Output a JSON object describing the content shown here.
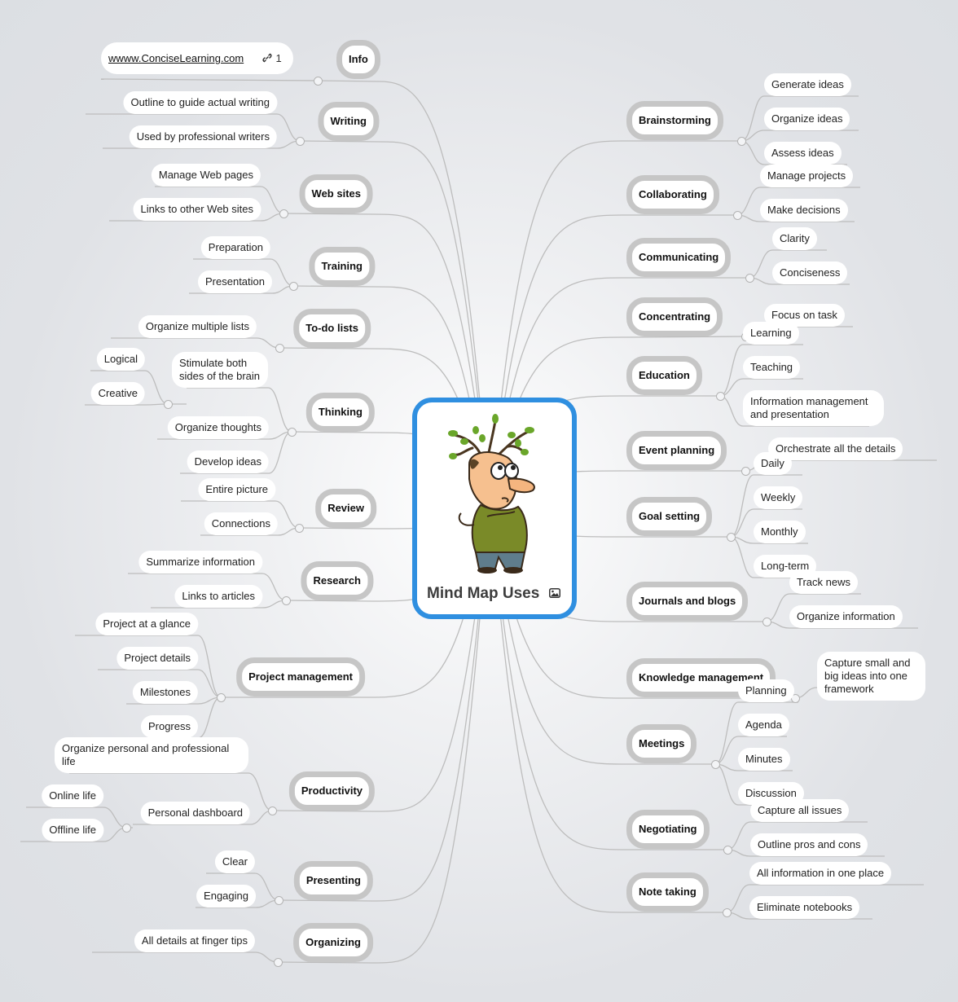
{
  "center": {
    "title": "Mind Map Uses",
    "image_icon": "image-icon"
  },
  "colors": {
    "center_border": "#2f8fe0",
    "branch_border": "#c6c6c6",
    "connector": "#bdbdbd"
  },
  "info": {
    "label": "Info",
    "link_text": "wwww.ConciseLearning.com",
    "link_count": "1",
    "link_icon": "link-icon"
  },
  "left": [
    {
      "label": "Writing",
      "children": [
        "Outline to guide actual writing",
        "Used by professional writers"
      ]
    },
    {
      "label": "Web sites",
      "children": [
        "Manage Web pages",
        "Links to other Web sites"
      ]
    },
    {
      "label": "Training",
      "children": [
        "Preparation",
        "Presentation"
      ]
    },
    {
      "label": "To-do lists",
      "children": [
        "Organize multiple lists"
      ]
    },
    {
      "label": "Thinking",
      "children": [
        "Stimulate both sides of the brain",
        "Organize thoughts",
        "Develop ideas"
      ],
      "sub": [
        "Logical",
        "Creative"
      ]
    },
    {
      "label": "Review",
      "children": [
        "Entire picture",
        "Connections"
      ]
    },
    {
      "label": "Research",
      "children": [
        "Summarize information",
        "Links to articles"
      ]
    },
    {
      "label": "Project management",
      "children": [
        "Project at a glance",
        "Project details",
        "Milestones",
        "Progress"
      ]
    },
    {
      "label": "Productivity",
      "children": [
        "Organize personal and professional life",
        "Personal dashboard"
      ],
      "sub": [
        "Online life",
        "Offline life"
      ]
    },
    {
      "label": "Presenting",
      "children": [
        "Clear",
        "Engaging"
      ]
    },
    {
      "label": "Organizing",
      "children": [
        "All details at finger tips"
      ]
    }
  ],
  "right": [
    {
      "label": "Brainstorming",
      "children": [
        "Generate ideas",
        "Organize ideas",
        "Assess ideas"
      ]
    },
    {
      "label": "Collaborating",
      "children": [
        "Manage projects",
        "Make decisions"
      ]
    },
    {
      "label": "Communicating",
      "children": [
        "Clarity",
        "Conciseness"
      ]
    },
    {
      "label": "Concentrating",
      "children": [
        "Focus on task"
      ]
    },
    {
      "label": "Education",
      "children": [
        "Learning",
        "Teaching",
        "Information management and presentation"
      ]
    },
    {
      "label": "Event planning",
      "children": [
        "Orchestrate all the details"
      ]
    },
    {
      "label": "Goal setting",
      "children": [
        "Daily",
        "Weekly",
        "Monthly",
        "Long-term"
      ]
    },
    {
      "label": "Journals and blogs",
      "children": [
        "Track news",
        "Organize information"
      ]
    },
    {
      "label": "Knowledge management",
      "children": [
        "Capture small and big ideas into one framework"
      ]
    },
    {
      "label": "Meetings",
      "children": [
        "Planning",
        "Agenda",
        "Minutes",
        "Discussion"
      ]
    },
    {
      "label": "Negotiating",
      "children": [
        "Capture all issues",
        "Outline pros and cons"
      ]
    },
    {
      "label": "Note taking",
      "children": [
        "All information in one place",
        "Eliminate notebooks"
      ]
    }
  ]
}
